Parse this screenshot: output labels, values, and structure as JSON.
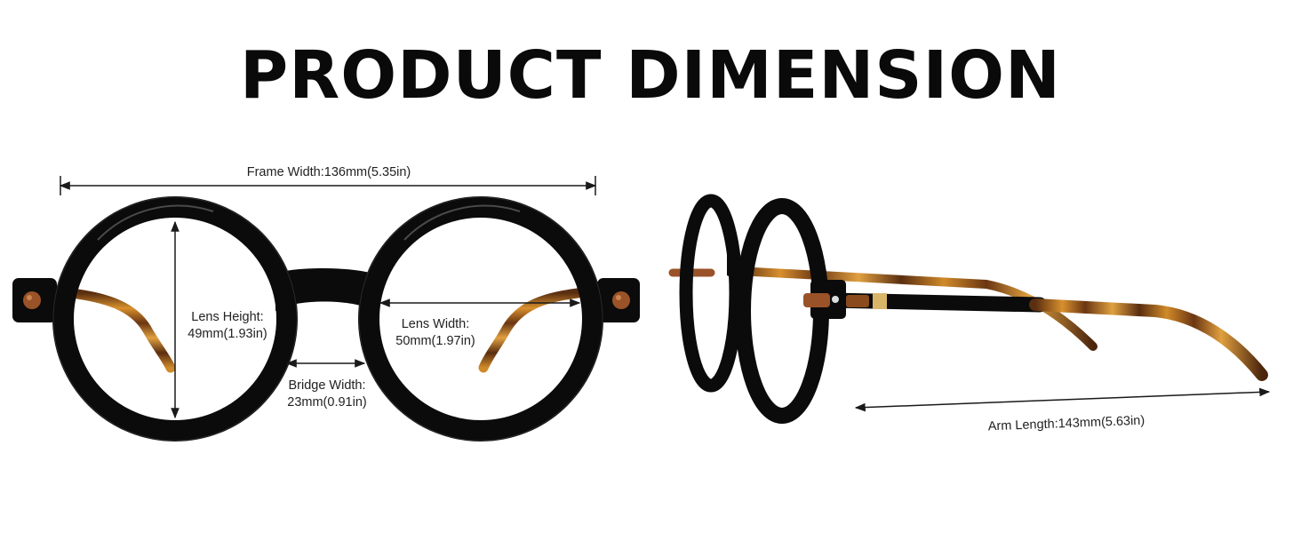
{
  "title": "PRODUCT DIMENSION",
  "front_view": {
    "frame_width": "Frame Width:136mm(5.35in)",
    "lens_height_label": "Lens Height:",
    "lens_height_value": "49mm(1.93in)",
    "lens_width_label": "Lens Width:",
    "lens_width_value": "50mm(1.97in)",
    "bridge_width_label": "Bridge Width:",
    "bridge_width_value": "23mm(0.91in)"
  },
  "side_view": {
    "arm_length": "Arm Length:143mm(5.63in)"
  },
  "colors": {
    "frame": "#0b0b0b",
    "tortoise_dark": "#5a2e10",
    "tortoise_light": "#d8902e",
    "rivet": "#9a5228",
    "dimension_line": "#1a1a1a"
  }
}
